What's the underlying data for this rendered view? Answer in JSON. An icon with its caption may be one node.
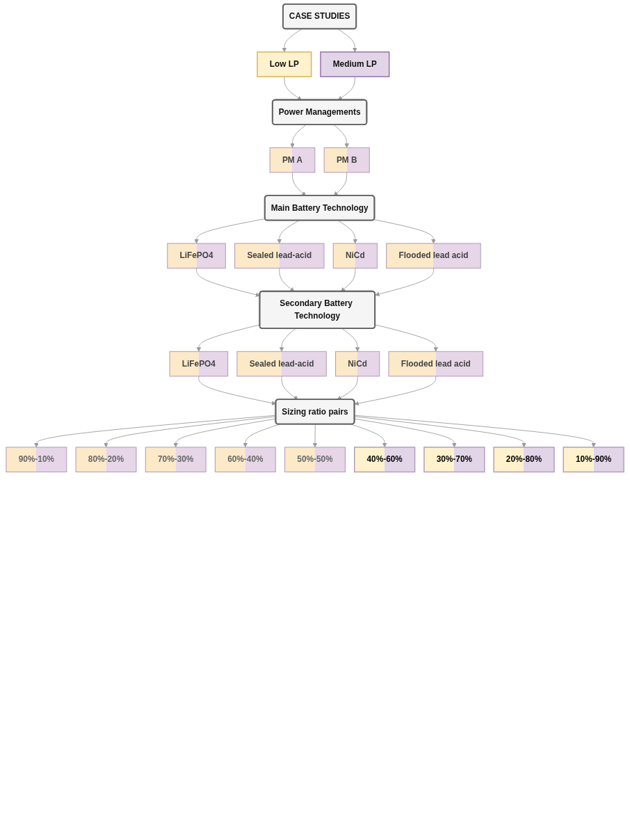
{
  "diagram": {
    "nodes": [
      {
        "text": [
          "CASE STUDIES"
        ]
      },
      {
        "text": [
          "Low LP"
        ]
      },
      {
        "text": [
          "Medium LP"
        ]
      },
      {
        "text": [
          "Power Managements"
        ]
      },
      {
        "text": [
          "PM A"
        ]
      },
      {
        "text": [
          "PM B"
        ]
      },
      {
        "text": [
          "Main Battery Technology"
        ]
      },
      {
        "text": [
          "LiFePO4"
        ]
      },
      {
        "text": [
          "Sealed lead-acid"
        ]
      },
      {
        "text": [
          "NiCd"
        ]
      },
      {
        "text": [
          "Flooded lead acid"
        ]
      },
      {
        "text": [
          "Secondary Battery Technology"
        ]
      },
      {
        "text": [
          "LiFePO4"
        ]
      },
      {
        "text": [
          "Sealed lead-acid"
        ]
      },
      {
        "text": [
          "NiCd"
        ]
      },
      {
        "text": [
          "Flooded lead acid"
        ]
      },
      {
        "text": [
          "Sizing ratio pairs"
        ]
      },
      {
        "text": [
          "90%-10%"
        ]
      },
      {
        "text": [
          "80%-20%"
        ]
      },
      {
        "text": [
          "70%-30%"
        ]
      },
      {
        "text": [
          "60%-40%"
        ]
      },
      {
        "text": [
          "50%-50%"
        ]
      },
      {
        "text": [
          "40%-60%"
        ]
      },
      {
        "text": [
          "30%-70%"
        ]
      },
      {
        "text": [
          "20%-80%"
        ]
      },
      {
        "text": [
          "10%-90%"
        ]
      }
    ],
    "edges": [
      {
        "from": 0,
        "to": 1,
        "arrow": "to"
      },
      {
        "from": 0,
        "to": 2,
        "arrow": "to"
      },
      {
        "from": 1,
        "to": 3,
        "arrow": "to"
      },
      {
        "from": 2,
        "to": 3,
        "arrow": "to"
      },
      {
        "from": 3,
        "to": 4,
        "arrow": "to"
      },
      {
        "from": 3,
        "to": 5,
        "arrow": "to"
      },
      {
        "from": 4,
        "to": 6,
        "arrow": "to"
      },
      {
        "from": 5,
        "to": 6,
        "arrow": "to"
      },
      {
        "from": 6,
        "to": 7,
        "arrow": "to"
      },
      {
        "from": 6,
        "to": 8,
        "arrow": "to"
      },
      {
        "from": 6,
        "to": 9,
        "arrow": "to"
      },
      {
        "from": 6,
        "to": 10,
        "arrow": "to"
      },
      {
        "from": 7,
        "to": 11,
        "arrow": "to"
      },
      {
        "from": 8,
        "to": 11,
        "arrow": "to"
      },
      {
        "from": 9,
        "to": 11,
        "arrow": "to"
      },
      {
        "from": 10,
        "to": 11,
        "arrow": "to"
      },
      {
        "from": 11,
        "to": 12,
        "arrow": "to"
      },
      {
        "from": 11,
        "to": 13,
        "arrow": "to"
      },
      {
        "from": 11,
        "to": 14,
        "arrow": "to"
      },
      {
        "from": 11,
        "to": 15,
        "arrow": "to"
      },
      {
        "from": 12,
        "to": 16,
        "arrow": "to"
      },
      {
        "from": 13,
        "to": 16,
        "arrow": "to"
      },
      {
        "from": 14,
        "to": 16,
        "arrow": "to"
      },
      {
        "from": 15,
        "to": 16,
        "arrow": "to"
      },
      {
        "from": 16,
        "to": 17,
        "arrow": "to"
      },
      {
        "from": 16,
        "to": 18,
        "arrow": "to"
      },
      {
        "from": 16,
        "to": 19,
        "arrow": "to"
      },
      {
        "from": 16,
        "to": 20,
        "arrow": "to"
      },
      {
        "from": 16,
        "to": 21,
        "arrow": "to"
      },
      {
        "from": 16,
        "to": 22,
        "arrow": "to"
      },
      {
        "from": 16,
        "to": 23,
        "arrow": "to"
      },
      {
        "from": 16,
        "to": 24,
        "arrow": "to"
      },
      {
        "from": 16,
        "to": 25,
        "arrow": "to"
      }
    ]
  }
}
